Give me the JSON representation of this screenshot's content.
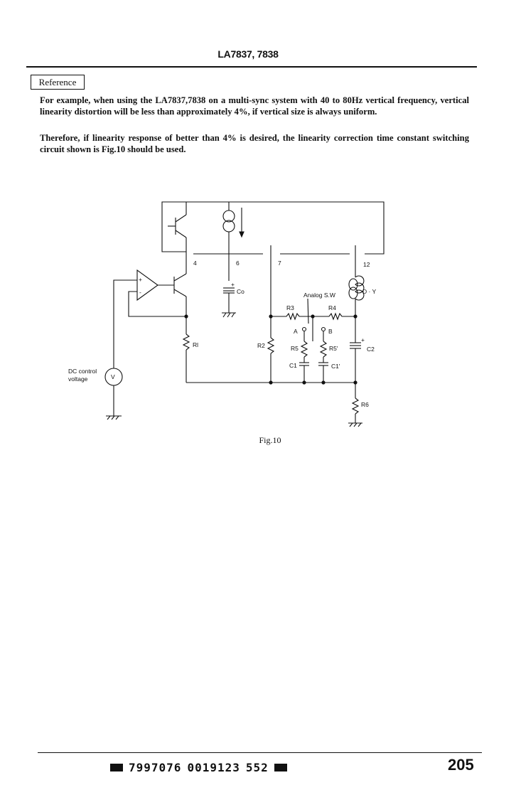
{
  "header": {
    "title": "LA7837, 7838"
  },
  "reference_label": "Reference",
  "paragraphs": [
    "For example, when using the LA7837,7838 on a multi-sync system with 40 to 80Hz vertical frequency, vertical linearity distortion will be less than approximately 4%, if vertical size is always uniform.",
    "Therefore, if linearity response of better than 4% is desired, the linearity correction time constant switching circuit shown is Fig.10 should be used."
  ],
  "figure": {
    "caption": "Fig.10",
    "labels": {
      "pin4": "4",
      "pin6": "6",
      "pin7": "7",
      "pin12": "12",
      "co": "Co",
      "analog_sw": "Analog S.W",
      "dy": "D · Y",
      "r3": "R3",
      "r4": "R4",
      "a": "A",
      "b": "B",
      "r1": "Rl",
      "r2": "R2",
      "r5": "R5",
      "r5p": "R5'",
      "c1": "C1",
      "c1p": "C1'",
      "c2": "C2",
      "r6": "R6",
      "dc_control_1": "DC control",
      "dc_control_2": "voltage",
      "v": "V",
      "plus": "+",
      "minus": "-"
    }
  },
  "footer": {
    "code_1": "7997076",
    "code_2": "0019123",
    "code_3": "552",
    "page_number": "205"
  }
}
